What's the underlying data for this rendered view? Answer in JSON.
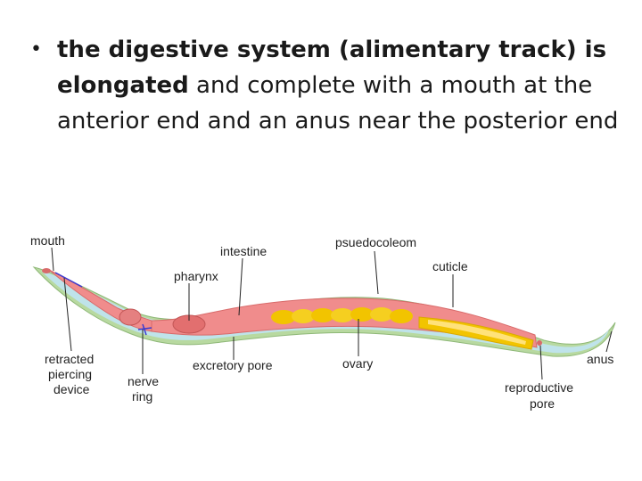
{
  "bullet": {
    "part1": "the digestive system (alimentary track) is",
    "part2_bold": "elongated",
    "part3": "and complete with a mouth at the anterior end and an anus near the posterior end"
  },
  "labels": {
    "mouth": "mouth",
    "intestine": "intestine",
    "psuedocoleom": "psuedocoleom",
    "pharynx": "pharynx",
    "cuticle": "cuticle",
    "retracted_line1": "retracted",
    "retracted_line2": "piercing",
    "retracted_line3": "device",
    "nerve_line1": "nerve",
    "nerve_line2": "ring",
    "excretory_pore": "excretory pore",
    "ovary": "ovary",
    "anus": "anus",
    "reproductive_line1": "reproductive",
    "reproductive_line2": "pore"
  },
  "colors": {
    "cuticle": "#b8d9a0",
    "body_cavity": "#bfe3ea",
    "gut": "#f08c8c",
    "gut_lining": "#d86a6a",
    "ovary": "#f2c400",
    "ovary_highlight": "#ffe27a",
    "nerve": "#3a3ad0"
  }
}
